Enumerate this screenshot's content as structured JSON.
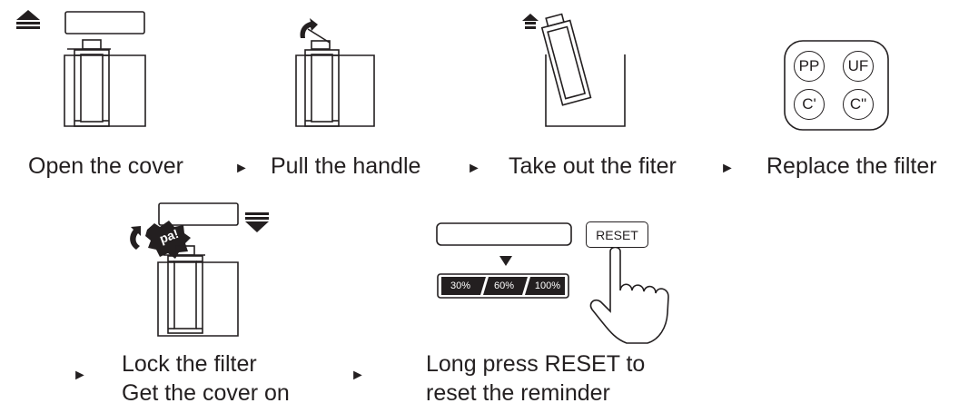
{
  "steps": [
    {
      "id": "open-cover",
      "label": "Open the cover"
    },
    {
      "id": "pull-handle",
      "label": "Pull the handle"
    },
    {
      "id": "take-out",
      "label": "Take out the fiter"
    },
    {
      "id": "replace",
      "label": "Replace the filter"
    },
    {
      "id": "lock",
      "label_line1": "Lock the filter",
      "label_line2": "Get the cover on",
      "sticker": "pa!"
    },
    {
      "id": "reset",
      "label_line1": "Long press RESET to",
      "label_line2": "reset the reminder"
    }
  ],
  "arrow_glyph": "►",
  "filter_buttons": [
    "PP",
    "UF",
    "C'",
    "C\""
  ],
  "reset_button": "RESET",
  "progress_segments": [
    "30%",
    "60%",
    "100%"
  ],
  "colors": {
    "ink": "#231f20",
    "bar": "#414042"
  }
}
